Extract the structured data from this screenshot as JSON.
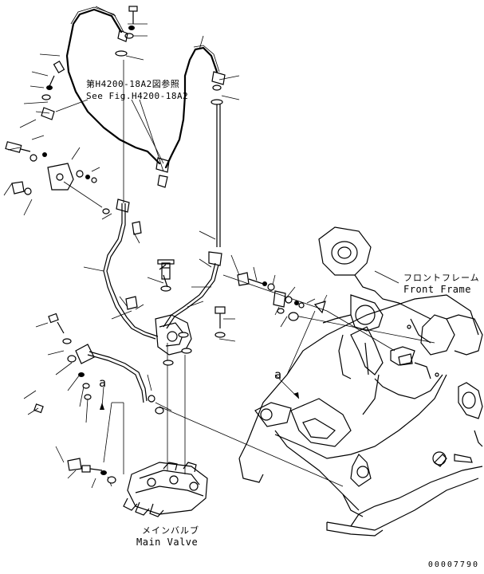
{
  "labels": {
    "ref_jp": "第H4200-18A2図参照",
    "ref_en": "See Fig.H4200-18A2",
    "front_frame_jp": "フロントフレーム",
    "front_frame_en": "Front Frame",
    "main_valve_jp": "メインバルブ",
    "main_valve_en": "Main Valve",
    "marker_a": "a",
    "drawing_number": "00007790"
  }
}
